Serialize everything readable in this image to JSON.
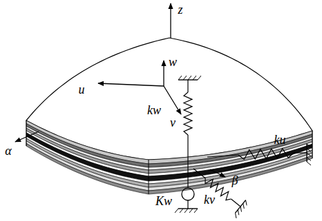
{
  "diagram": {
    "labels": [
      "z",
      "w",
      "u",
      "v",
      "α",
      "β",
      "kw",
      "ku",
      "kv",
      "Kw"
    ]
  }
}
